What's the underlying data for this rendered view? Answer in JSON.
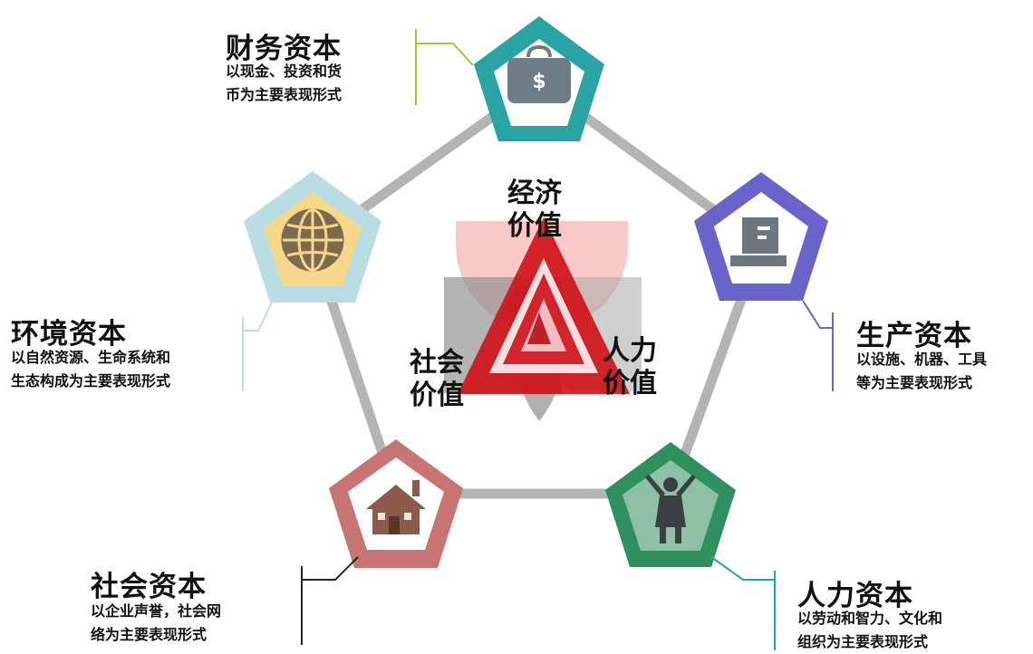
{
  "center": {
    "economic": [
      "经济",
      "价值"
    ],
    "social": [
      "社会",
      "价值"
    ],
    "human": [
      "人力",
      "价值"
    ]
  },
  "capitals": {
    "financial": {
      "title": "财务资本",
      "desc": [
        "以现金、投资和货",
        "币为主要表现形式"
      ],
      "color": "#2aa3a4",
      "icon": "briefcase-dollar-icon",
      "icon_text": "$"
    },
    "production": {
      "title": "生产资本",
      "desc": [
        "以设施、机器、工具",
        "等为主要表现形式"
      ],
      "color": "#6a63c9",
      "icon": "machine-icon"
    },
    "human": {
      "title": "人力资本",
      "desc": [
        "以劳动和智力、文化和",
        "组织为主要表现形式"
      ],
      "color": "#2f8f5e",
      "icon": "person-icon"
    },
    "social": {
      "title": "社会资本",
      "desc": [
        "以企业声誉，社会网",
        "络为主要表现形式"
      ],
      "color": "#c97474",
      "icon": "house-icon"
    },
    "environment": {
      "title": "环境资本",
      "desc": [
        "以自然资源、生命系统和",
        "生态构成为主要表现形式"
      ],
      "color": "#b9dde2",
      "icon": "globe-icon"
    }
  }
}
